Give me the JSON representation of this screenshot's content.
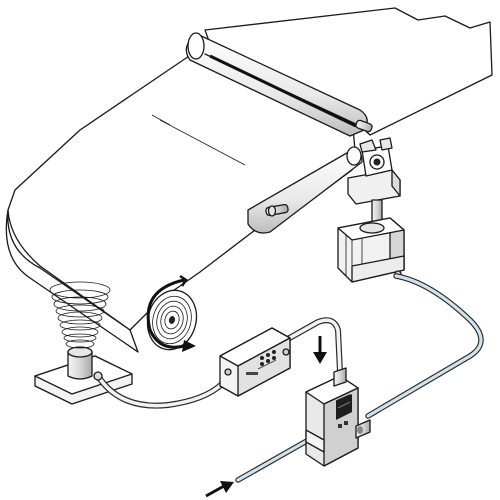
{
  "diagram": {
    "components": [
      {
        "id": "web",
        "icon": "web-belt"
      },
      {
        "id": "upper-roller",
        "icon": "roller"
      },
      {
        "id": "lower-roller",
        "icon": "roller"
      },
      {
        "id": "take-up-reel",
        "icon": "wound-reel"
      },
      {
        "id": "spring-support",
        "icon": "coil-spring"
      },
      {
        "id": "sensor-box",
        "icon": "controller-box"
      },
      {
        "id": "pneumatic-cylinder",
        "icon": "cylinder"
      },
      {
        "id": "valve-unit",
        "icon": "pressure-regulator"
      },
      {
        "id": "bearing-clamp",
        "icon": "pillow-block"
      }
    ],
    "arrows": [
      {
        "id": "rotation",
        "icon": "curved-arrow"
      },
      {
        "id": "pressure-flow",
        "icon": "down-arrow"
      },
      {
        "id": "air-supply",
        "icon": "inlet-arrow"
      }
    ],
    "lines": {
      "air_color": "#cfe3ee",
      "air_outline": "#2a2a2a",
      "cable_color": "#f2f2f2"
    }
  }
}
